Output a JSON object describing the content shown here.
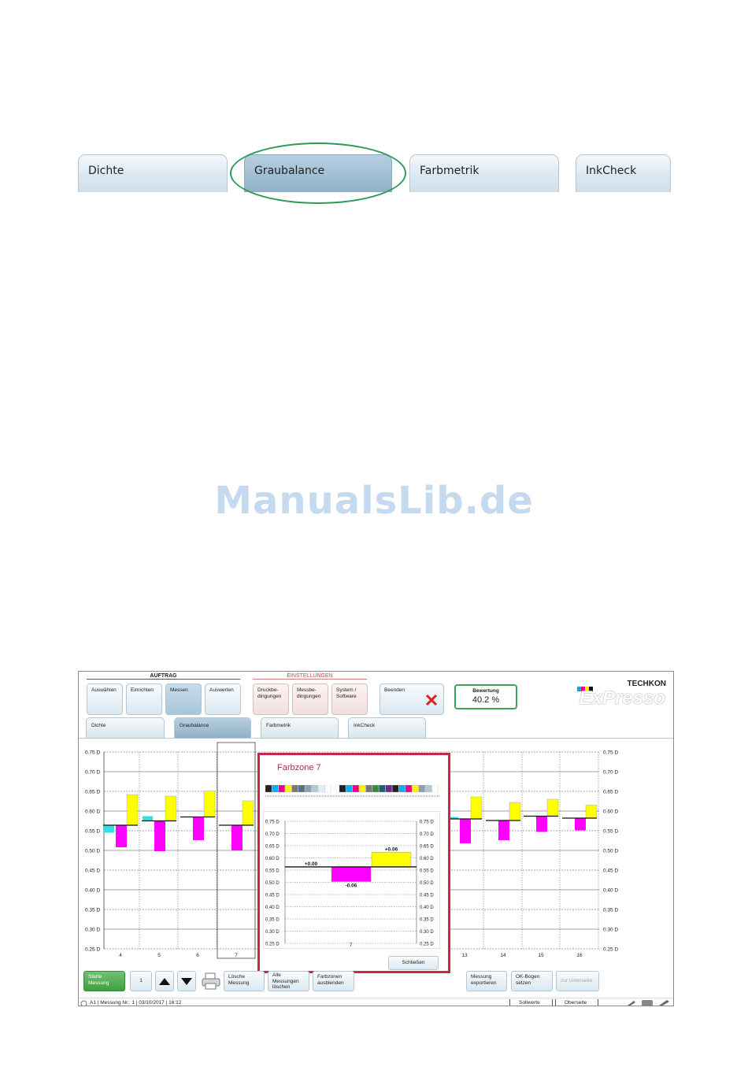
{
  "top_tabs": {
    "tabs": [
      {
        "label": "Dichte"
      },
      {
        "label": "Graubalance"
      },
      {
        "label": "Farbmetrik"
      },
      {
        "label": "InkCheck"
      }
    ],
    "active": "Graubalance"
  },
  "watermark": "ManualsLib.de",
  "app": {
    "groups": {
      "auftrag": "AUFTRAG",
      "einstellungen": "EINSTELLUNGEN"
    },
    "toolbar": {
      "auswaehlen": "Auswählen",
      "einrichten": "Einrichten",
      "messen": "Messen",
      "auswerten": "Auswerten",
      "druckbedingungen": [
        "Druckbe-",
        "dingungen"
      ],
      "messbedingungen": [
        "Messbe-",
        "dingungen"
      ],
      "system": [
        "System /",
        "Software"
      ],
      "beenden": "Beenden"
    },
    "rating": {
      "label": "Bewertung",
      "value": "40.2 %"
    },
    "brand": "TECHKON",
    "product": "ExPresso",
    "sub_tabs": [
      {
        "label": "Dichte"
      },
      {
        "label": "Graubalance"
      },
      {
        "label": "Farbmetrik"
      },
      {
        "label": "InkCheck"
      }
    ],
    "popup": {
      "title": "Farbzone 7",
      "close": "Schließen"
    },
    "bottom": {
      "start": [
        "Starte",
        "Messung"
      ],
      "counter": "1",
      "loesche": [
        "Lösche",
        "Messung"
      ],
      "alle": [
        "Alle",
        "Messungen",
        "löschen"
      ],
      "farbzonen": [
        "Farbzonen",
        "ausblenden"
      ],
      "export": [
        "Messung",
        "exportieren"
      ],
      "okbogen": [
        "OK-Bogen",
        "setzen"
      ],
      "unterseite": "zur Unterseite"
    },
    "status": {
      "left": "A1  |  Messung Nr.: 1  |  03/10/2017  |  16:12",
      "sollwerte": "Sollwerte",
      "oberseite": "Oberseite"
    },
    "colors": {
      "cyan": "#33e0e8",
      "magenta": "#ff00ff",
      "yellow": "#ffff00",
      "accent_red": "#c8264a",
      "ok_green": "#3aa55a"
    }
  },
  "chart_data": [
    {
      "type": "bar",
      "title": "",
      "ylabel_left": "",
      "ylabel_right": "",
      "yticks": [
        "0.75 D",
        "0.70 D",
        "0.65 D",
        "0.60 D",
        "0.55 D",
        "0.50 D",
        "0.45 D",
        "0.40 D",
        "0.35 D",
        "0.30 D",
        "0.25 D"
      ],
      "ylim": [
        0.25,
        0.75
      ],
      "zones": [
        {
          "label": "4",
          "target": 0.564,
          "cyan": 0.545,
          "magenta": 0.508,
          "yellow": 0.642
        },
        {
          "label": "5",
          "target": 0.575,
          "cyan": 0.587,
          "magenta": 0.498,
          "yellow": 0.638
        },
        {
          "label": "6",
          "target": 0.585,
          "cyan": null,
          "magenta": 0.526,
          "yellow": 0.651
        },
        {
          "label": "7",
          "target": 0.564,
          "cyan": null,
          "magenta": 0.5,
          "yellow": 0.626
        },
        {
          "label": "13",
          "target": 0.58,
          "cyan": 0.585,
          "magenta": 0.518,
          "yellow": 0.636
        },
        {
          "label": "14",
          "target": 0.576,
          "cyan": null,
          "magenta": 0.526,
          "yellow": 0.622
        },
        {
          "label": "15",
          "target": 0.587,
          "cyan": null,
          "magenta": 0.547,
          "yellow": 0.63
        },
        {
          "label": "16",
          "target": 0.582,
          "cyan": null,
          "magenta": 0.551,
          "yellow": 0.615
        }
      ],
      "grid": true
    },
    {
      "type": "bar",
      "title": "Farbzone 7",
      "yticks": [
        "0.75 D",
        "0.70 D",
        "0.65 D",
        "0.60 D",
        "0.55 D",
        "0.50 D",
        "0.45 D",
        "0.40 D",
        "0.35 D",
        "0.30 D",
        "0.25 D"
      ],
      "ylim": [
        0.25,
        0.75
      ],
      "categories": [
        "7"
      ],
      "target": 0.563,
      "bars": [
        {
          "color": "cyan",
          "value": 0.563,
          "label": "+0.00"
        },
        {
          "color": "magenta",
          "value": 0.503,
          "label": "-0.06"
        },
        {
          "color": "yellow",
          "value": 0.623,
          "label": "+0.06"
        }
      ],
      "grid": true
    }
  ]
}
